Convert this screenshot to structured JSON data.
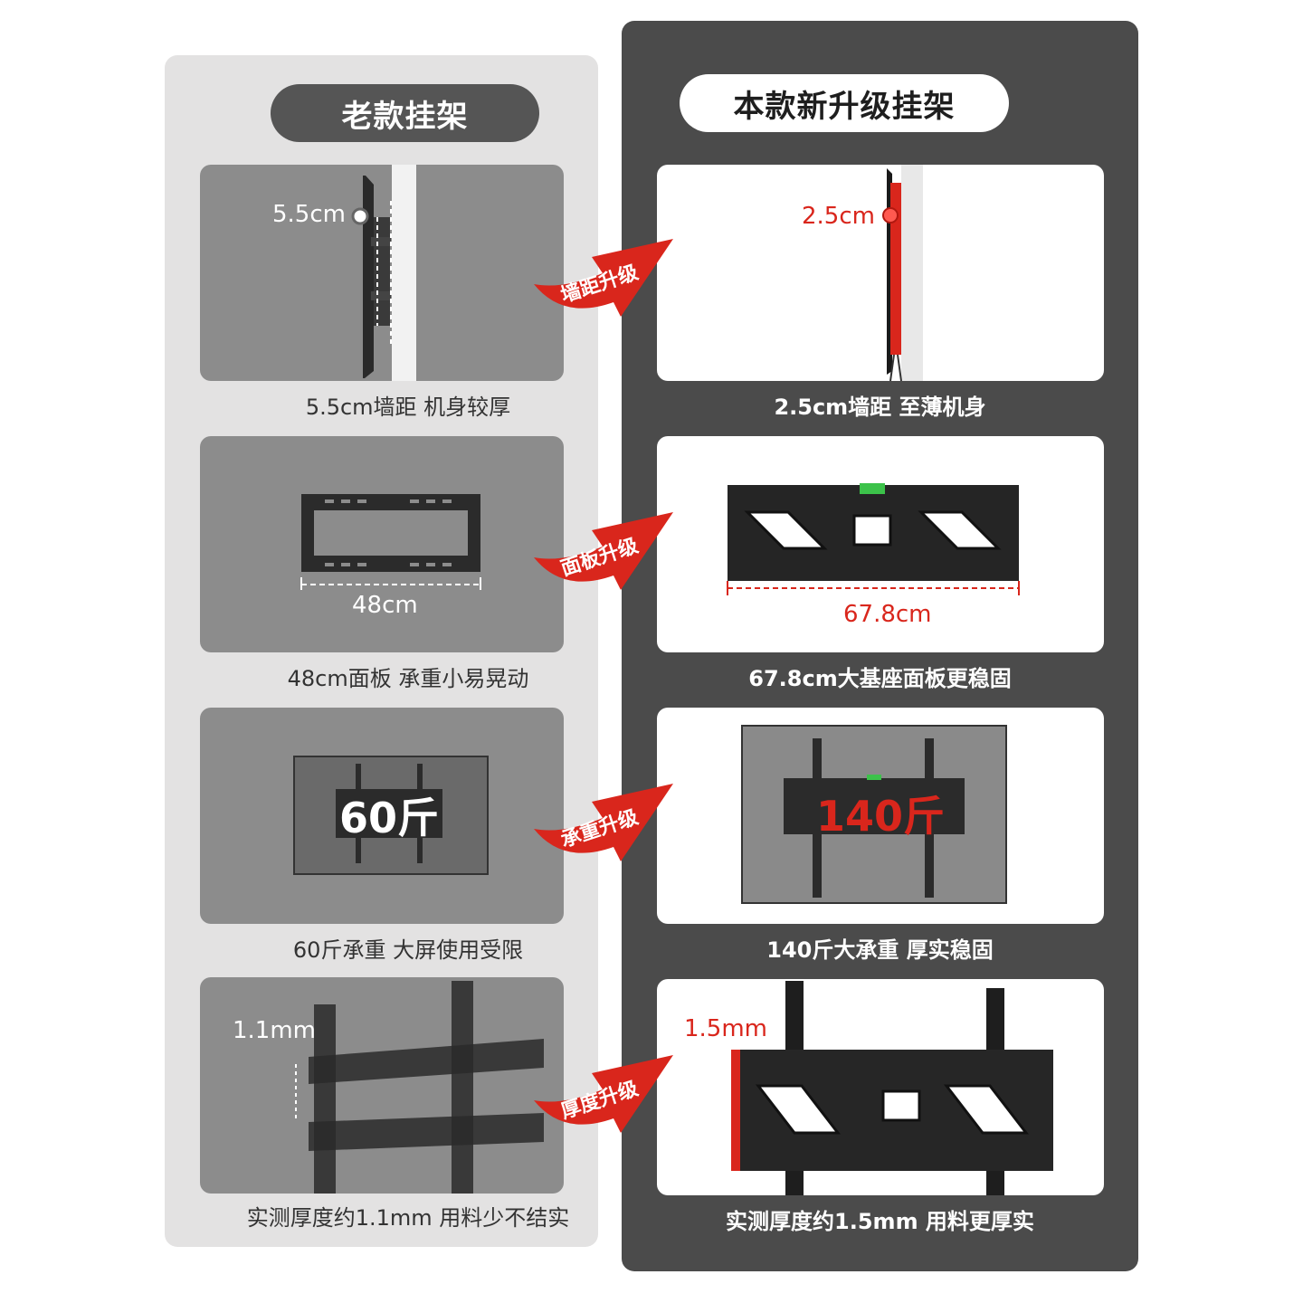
{
  "columns": {
    "old": {
      "title": "老款挂架"
    },
    "new": {
      "title": "本款新升级挂架"
    }
  },
  "rows": [
    {
      "arrow_label": "墙距升级",
      "old_value": "5.5cm",
      "old_caption": "5.5cm墙距 机身较厚",
      "new_value": "2.5cm",
      "new_caption": "2.5cm墙距 至薄机身"
    },
    {
      "arrow_label": "面板升级",
      "old_value": "48cm",
      "old_caption": "48cm面板 承重小易晃动",
      "new_value": "67.8cm",
      "new_caption": "67.8cm大基座面板更稳固"
    },
    {
      "arrow_label": "承重升级",
      "old_value": "60斤",
      "old_caption": "60斤承重 大屏使用受限",
      "new_value": "140斤",
      "new_caption": "140斤大承重 厚实稳固"
    },
    {
      "arrow_label": "厚度升级",
      "old_value": "1.1mm",
      "old_caption": "实测厚度约1.1mm 用料少不结实",
      "new_value": "1.5mm",
      "new_caption": "实测厚度约1.5mm 用料更厚实"
    }
  ],
  "colors": {
    "accent_red": "#d9261c",
    "old_bg": "#e3e2e2",
    "new_bg": "#4b4b4b"
  }
}
